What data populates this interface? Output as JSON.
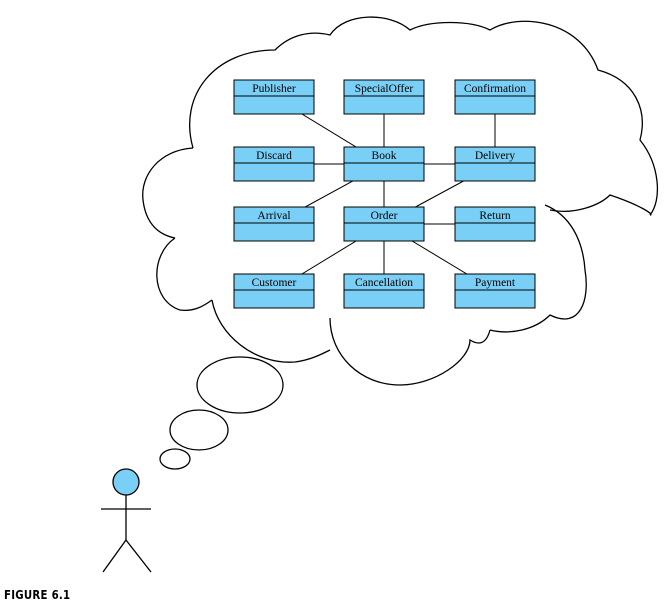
{
  "classes": [
    {
      "id": "publisher",
      "name": "Publisher"
    },
    {
      "id": "special-offer",
      "name": "SpecialOffer"
    },
    {
      "id": "confirmation",
      "name": "Confirmation"
    },
    {
      "id": "discard",
      "name": "Discard"
    },
    {
      "id": "book",
      "name": "Book"
    },
    {
      "id": "delivery",
      "name": "Delivery"
    },
    {
      "id": "arrival",
      "name": "Arrival"
    },
    {
      "id": "order",
      "name": "Order"
    },
    {
      "id": "return",
      "name": "Return"
    },
    {
      "id": "customer",
      "name": "Customer"
    },
    {
      "id": "cancellation",
      "name": "Cancellation"
    },
    {
      "id": "payment",
      "name": "Payment"
    }
  ],
  "associations": [
    [
      "publisher",
      "book"
    ],
    [
      "special-offer",
      "book"
    ],
    [
      "discard",
      "book"
    ],
    [
      "book",
      "delivery"
    ],
    [
      "book",
      "arrival"
    ],
    [
      "book",
      "order"
    ],
    [
      "confirmation",
      "delivery"
    ],
    [
      "order",
      "delivery"
    ],
    [
      "order",
      "return"
    ],
    [
      "order",
      "customer"
    ],
    [
      "order",
      "cancellation"
    ],
    [
      "order",
      "payment"
    ]
  ],
  "colors": {
    "class_fill": "#79cff5",
    "person_head": "#79cff5"
  },
  "caption": "FIGURE 6.1"
}
